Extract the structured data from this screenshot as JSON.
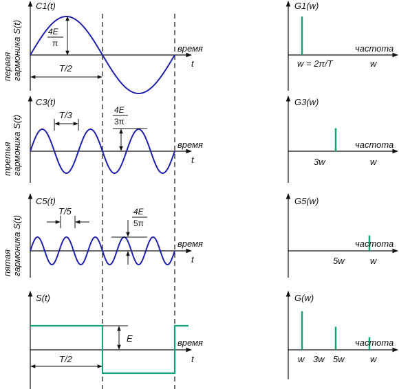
{
  "colors": {
    "wave": "#1f1fa8",
    "square": "#10a37a",
    "spectrum": "#10a37a",
    "ink": "#111111"
  },
  "rows": [
    {
      "id": "c1",
      "side_label_1": "первая",
      "side_label_2": "гармоника S(t)",
      "wave_title": "C1(t)",
      "time_label": "время",
      "t_label": "t",
      "amp_num": "4E",
      "amp_den": "π",
      "period_label": "T/2",
      "spec_title": "G1(w)",
      "freq_label": "частота",
      "w_label": "w",
      "spec_tick_label": "w = 2π/T",
      "harmonic": 1,
      "relative_amplitude": 1
    },
    {
      "id": "c3",
      "side_label_1": "третья",
      "side_label_2": "гармоника S(t)",
      "wave_title": "C3(t)",
      "time_label": "время",
      "t_label": "t",
      "amp_num": "4E",
      "amp_den": "3π",
      "period_label": "T/3",
      "spec_title": "G3(w)",
      "freq_label": "частота",
      "w_label": "w",
      "spec_tick_label": "3w",
      "harmonic": 3,
      "relative_amplitude": 0.333
    },
    {
      "id": "c5",
      "side_label_1": "пятая",
      "side_label_2": "гармоника S(t)",
      "wave_title": "C5(t)",
      "time_label": "время",
      "t_label": "t",
      "amp_num": "4E",
      "amp_den": "5π",
      "period_label": "T/5",
      "spec_title": "G5(w)",
      "freq_label": "частота",
      "w_label": "w",
      "spec_tick_label": "5w",
      "harmonic": 5,
      "relative_amplitude": 0.2
    },
    {
      "id": "s",
      "wave_title": "S(t)",
      "time_label": "время",
      "t_label": "t",
      "amp_label": "E",
      "period_label": "T/2",
      "spec_title": "G(w)",
      "freq_label": "частота",
      "w_label": "w",
      "spec_tick_labels": [
        "w",
        "3w",
        "5w"
      ],
      "harmonics": [
        1,
        3,
        5
      ],
      "relative_amplitudes": [
        1,
        0.6,
        0.33
      ]
    }
  ]
}
